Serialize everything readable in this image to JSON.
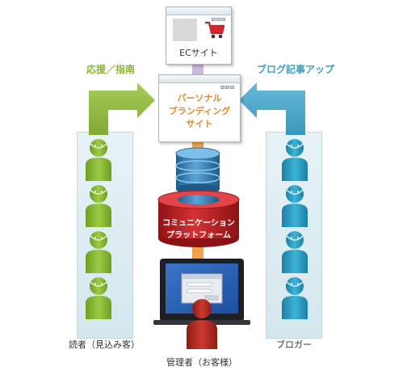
{
  "ec_site": {
    "label": "ECサイト"
  },
  "personal_site": {
    "lines": [
      "パーソナル",
      "ブランディング",
      "サイト"
    ]
  },
  "platform": {
    "lines": [
      "コミュニケーション",
      "プラットフォーム"
    ]
  },
  "arrows": {
    "left_label": "応援／指南",
    "right_label": "ブログ記事アップ"
  },
  "groups": {
    "readers_label": "読者（見込み客）",
    "bloggers_label": "ブロガー",
    "admin_label": "管理者（お客様）"
  },
  "colors": {
    "green_arrow": "#8db53e",
    "blue_arrow": "#3f9fc0",
    "orange_text": "#e8892b",
    "red_platform": "#c8262a",
    "blue_db": "#2f7fb3",
    "reader_figure": "#8ab833",
    "blogger_figure": "#2a9cc0",
    "admin_figure": "#b4261f"
  },
  "icons": [
    "shopping-cart-icon",
    "database-icon",
    "person-icon",
    "laptop-icon"
  ]
}
